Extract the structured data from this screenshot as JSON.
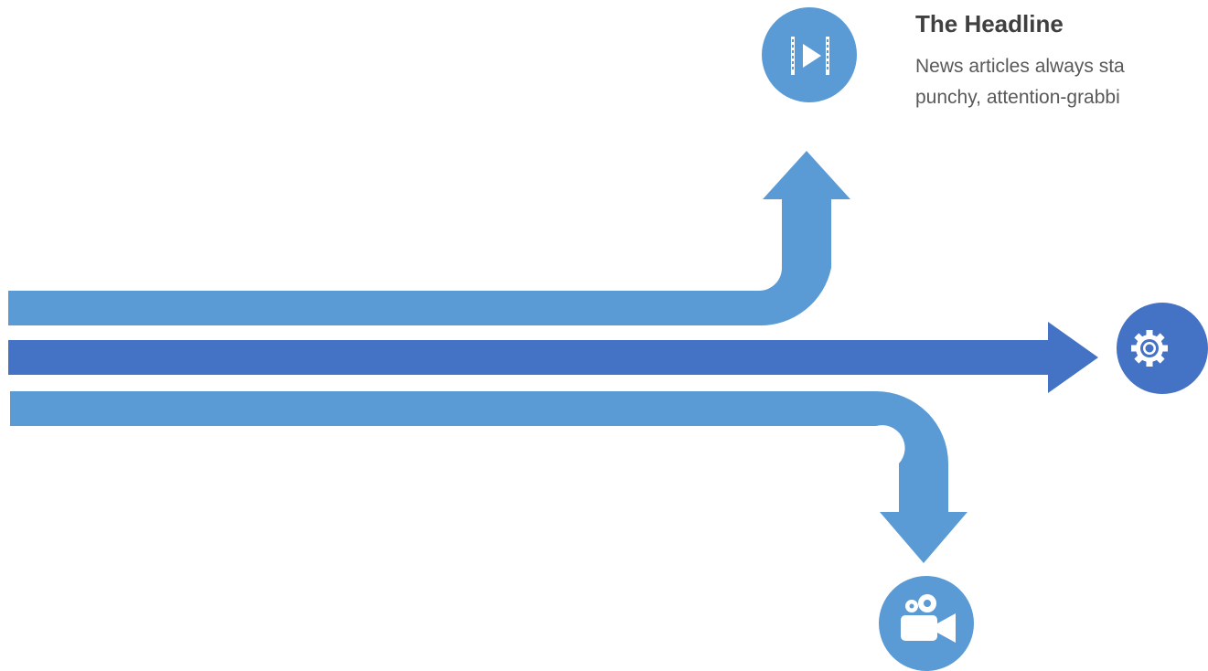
{
  "headline": {
    "title": "The Headline",
    "body_lines": [
      "News articles always sta",
      "punchy, attention-grabbi"
    ]
  },
  "icons": [
    {
      "name": "video-play-icon",
      "color": "#5b9bd5"
    },
    {
      "name": "gear-icon",
      "color": "#4472c4"
    },
    {
      "name": "video-camera-icon",
      "color": "#5b9bd5"
    }
  ],
  "colors": {
    "light_arrow": "#5b9bd5",
    "dark_arrow": "#4472c4",
    "title_text": "#404040",
    "body_text": "#595959"
  }
}
